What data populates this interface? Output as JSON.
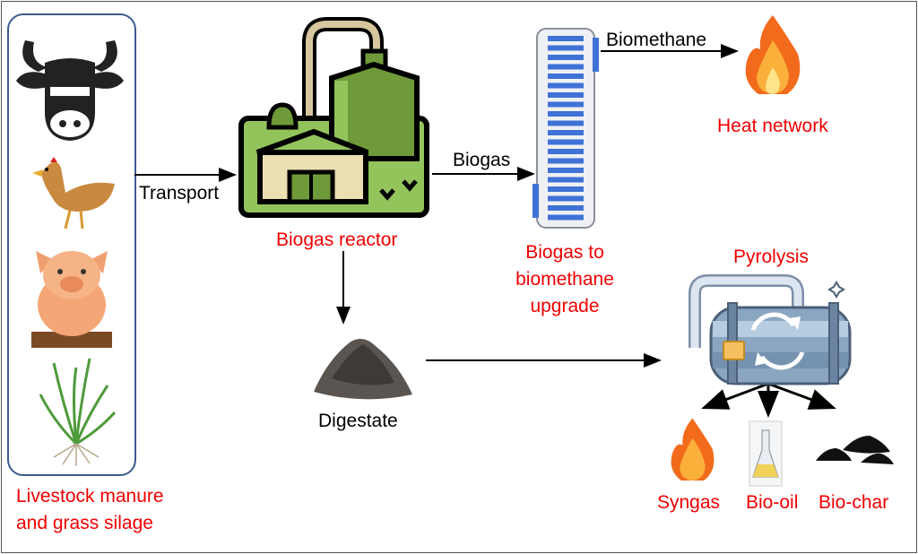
{
  "sources": {
    "label_line1": "Livestock manure",
    "label_line2": "and grass silage",
    "icons": [
      "cow-icon",
      "chicken-icon",
      "pig-icon",
      "grass-icon"
    ]
  },
  "transport_label": "Transport",
  "reactor": {
    "label": "Biogas reactor"
  },
  "biogas_label": "Biogas",
  "upgrade": {
    "line1": "Biogas to",
    "line2": "biomethane",
    "line3": "upgrade"
  },
  "biomethane_label": "Biomethane",
  "heat": {
    "label": "Heat network"
  },
  "digestate": {
    "label": "Digestate"
  },
  "pyrolysis": {
    "label": "Pyrolysis"
  },
  "products": [
    {
      "label": "Syngas"
    },
    {
      "label": "Bio-oil"
    },
    {
      "label": "Bio-char"
    }
  ],
  "colors": {
    "label_red": "#f00000",
    "box_border": "#3b5b8f",
    "reactor_green": "#6f9a3a",
    "column_blue": "#3f72d6"
  }
}
